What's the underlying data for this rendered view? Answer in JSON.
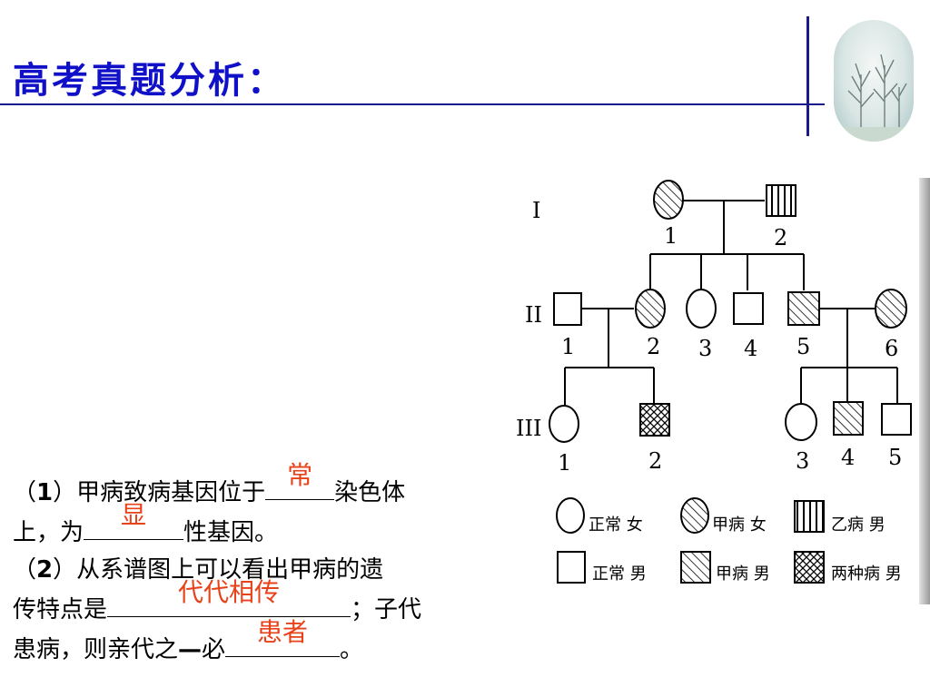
{
  "header": {
    "title": "高考真题分析："
  },
  "pedigree": {
    "generations": [
      "I",
      "II",
      "III"
    ],
    "gen1": [
      "1",
      "2"
    ],
    "gen2": [
      "1",
      "2",
      "3",
      "4",
      "5",
      "6"
    ],
    "gen3": [
      "1",
      "2",
      "3",
      "4",
      "5"
    ],
    "legend": {
      "normal_female": "正常 女",
      "a_female": "甲病 女",
      "b_male": "乙病 男",
      "normal_male": "正常 男",
      "a_male": "甲病 男",
      "both_male": "两种病 男"
    }
  },
  "question": {
    "q1_prefix": "（",
    "q1_num": "1",
    "q1_a": "）甲病致病基因位于",
    "q1_b": "染色体",
    "q1_c": "上，为",
    "q1_d": "性基因。",
    "q2_prefix": "（",
    "q2_num": "2",
    "q2_a": "）从系谱图上可以看出甲病的遗",
    "q2_b": "传特点是",
    "q2_c": "；子代",
    "q2_d": "患病，则亲代之",
    "q2_dash": "—",
    "q2_e": "必",
    "q2_f": "。"
  },
  "answers": {
    "a1": "常",
    "a2": "显",
    "a3": "代代相传",
    "a4": "患者"
  }
}
